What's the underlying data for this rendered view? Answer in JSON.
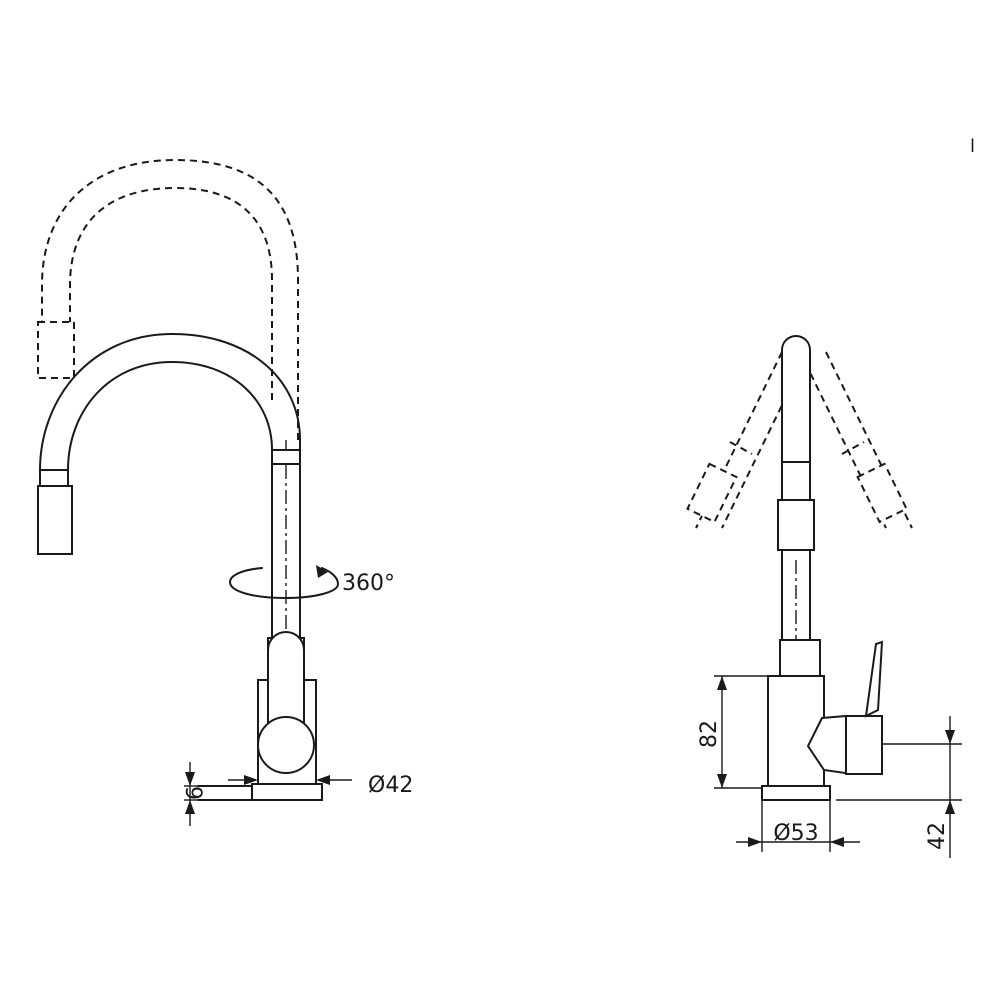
{
  "views": {
    "side": {
      "rotation_label": "360°",
      "base_diameter_label": "Ø42",
      "base_thickness_label": "9"
    },
    "front": {
      "body_height_label": "82",
      "base_diameter_label": "Ø53",
      "handle_height_label": "42"
    }
  },
  "corner_mark": "l"
}
